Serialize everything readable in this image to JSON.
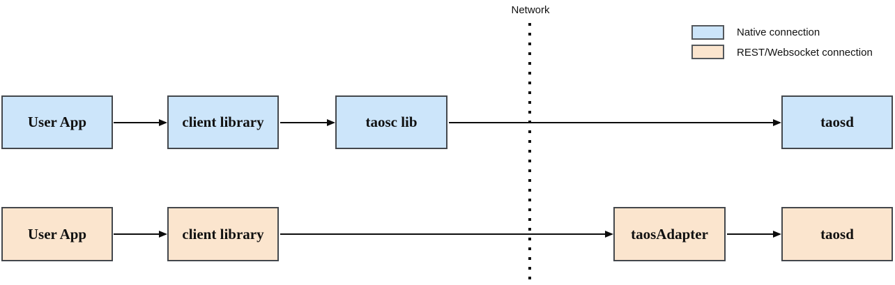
{
  "network_divider": {
    "label": "Network"
  },
  "legend": {
    "items": [
      {
        "label": "Native connection",
        "color": "#cce5fa"
      },
      {
        "label": "REST/Websocket connection",
        "color": "#fbe5ce"
      }
    ]
  },
  "flows": {
    "native": {
      "connection_type": "Native connection",
      "color": "#cce5fa",
      "nodes": [
        {
          "label": "User App"
        },
        {
          "label": "client library"
        },
        {
          "label": "taosc lib"
        },
        {
          "label": "taosd"
        }
      ]
    },
    "rest": {
      "connection_type": "REST/Websocket connection",
      "color": "#fbe5ce",
      "nodes": [
        {
          "label": "User App"
        },
        {
          "label": "client library"
        },
        {
          "label": "taosAdapter"
        },
        {
          "label": "taosd"
        }
      ]
    }
  }
}
